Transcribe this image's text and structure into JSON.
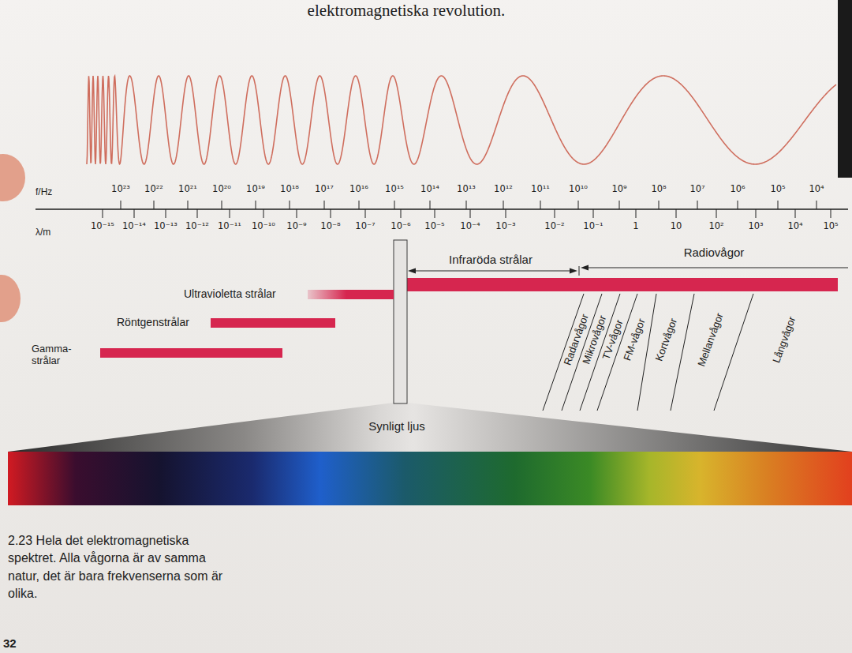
{
  "diagram": {
    "caption": "2.23 Hela det elektromagnetiska spektret. Alla vågorna är av samma natur, det är bara frekvenserna som är olika.",
    "nodes": [
      {
        "text": [
          "Gamma- strålar"
        ]
      },
      {
        "text": [
          "Röntgenstrålar"
        ]
      },
      {
        "text": [
          "Ultravioletta strålar"
        ]
      }
    ],
    "labels": [
      "elektromagnetiska revolution.",
      "f/Hz",
      "λ/m",
      "10²³",
      "10²²",
      "10²¹",
      "10²⁰",
      "10¹⁹",
      "10¹⁸",
      "10¹⁷",
      "10¹⁶",
      "10¹⁵",
      "10¹⁴",
      "10¹³",
      "10¹²",
      "10¹¹",
      "10¹⁰",
      "10⁹",
      "10⁸",
      "10⁷",
      "10⁶",
      "10⁵",
      "10⁴",
      "10⁻¹⁵",
      "10⁻¹⁴",
      "10⁻¹³",
      "10⁻¹²",
      "10⁻¹¹",
      "10⁻¹⁰",
      "10⁻⁹",
      "10⁻⁸",
      "10⁻⁷",
      "10⁻⁶",
      "10⁻⁵",
      "10⁻⁴",
      "10⁻³",
      "10⁻²",
      "10⁻¹",
      "1",
      "10",
      "10²",
      "10³",
      "10⁴",
      "10⁵",
      "Infraröda strålar",
      "Radiovågor",
      "Radarvågor",
      "Mikrovågor",
      "TV-vågor",
      "FM-vågor",
      "Kortvågor",
      "Mellanvågor",
      "Långvågor",
      "Synligt ljus",
      "32"
    ]
  }
}
